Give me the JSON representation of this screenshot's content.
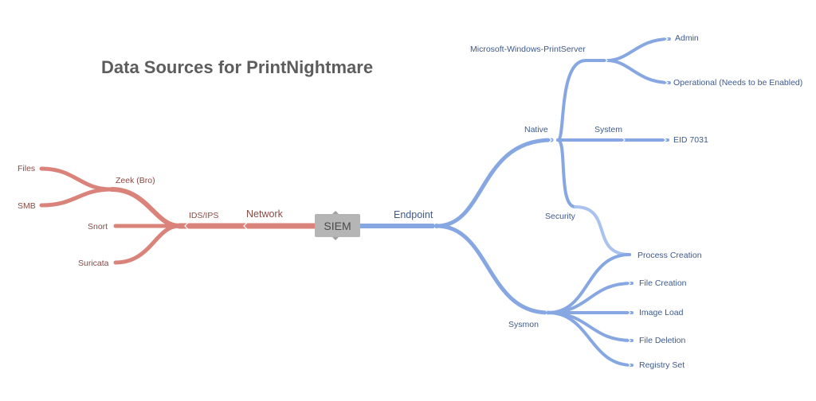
{
  "title": "Data Sources for PrintNightmare",
  "center": "SIEM",
  "network": {
    "label": "Network",
    "ids_ips": "IDS/IPS",
    "zeek": "Zeek (Bro)",
    "files": "Files",
    "smb": "SMB",
    "snort": "Snort",
    "suricata": "Suricata"
  },
  "endpoint": {
    "label": "Endpoint",
    "native": "Native",
    "print_server": "Microsoft-Windows-PrintServer",
    "admin": "Admin",
    "operational": "Operational (Needs to be Enabled)",
    "system": "System",
    "eid": "EID 7031",
    "security": "Security",
    "sysmon": "Sysmon",
    "process_creation": "Process Creation",
    "file_creation": "File Creation",
    "image_load": "Image Load",
    "file_deletion": "File Deletion",
    "registry_set": "Registry Set"
  },
  "colors": {
    "network": "#d9837a",
    "endpoint": "#86a7e2",
    "center": "#b5b5b5"
  }
}
